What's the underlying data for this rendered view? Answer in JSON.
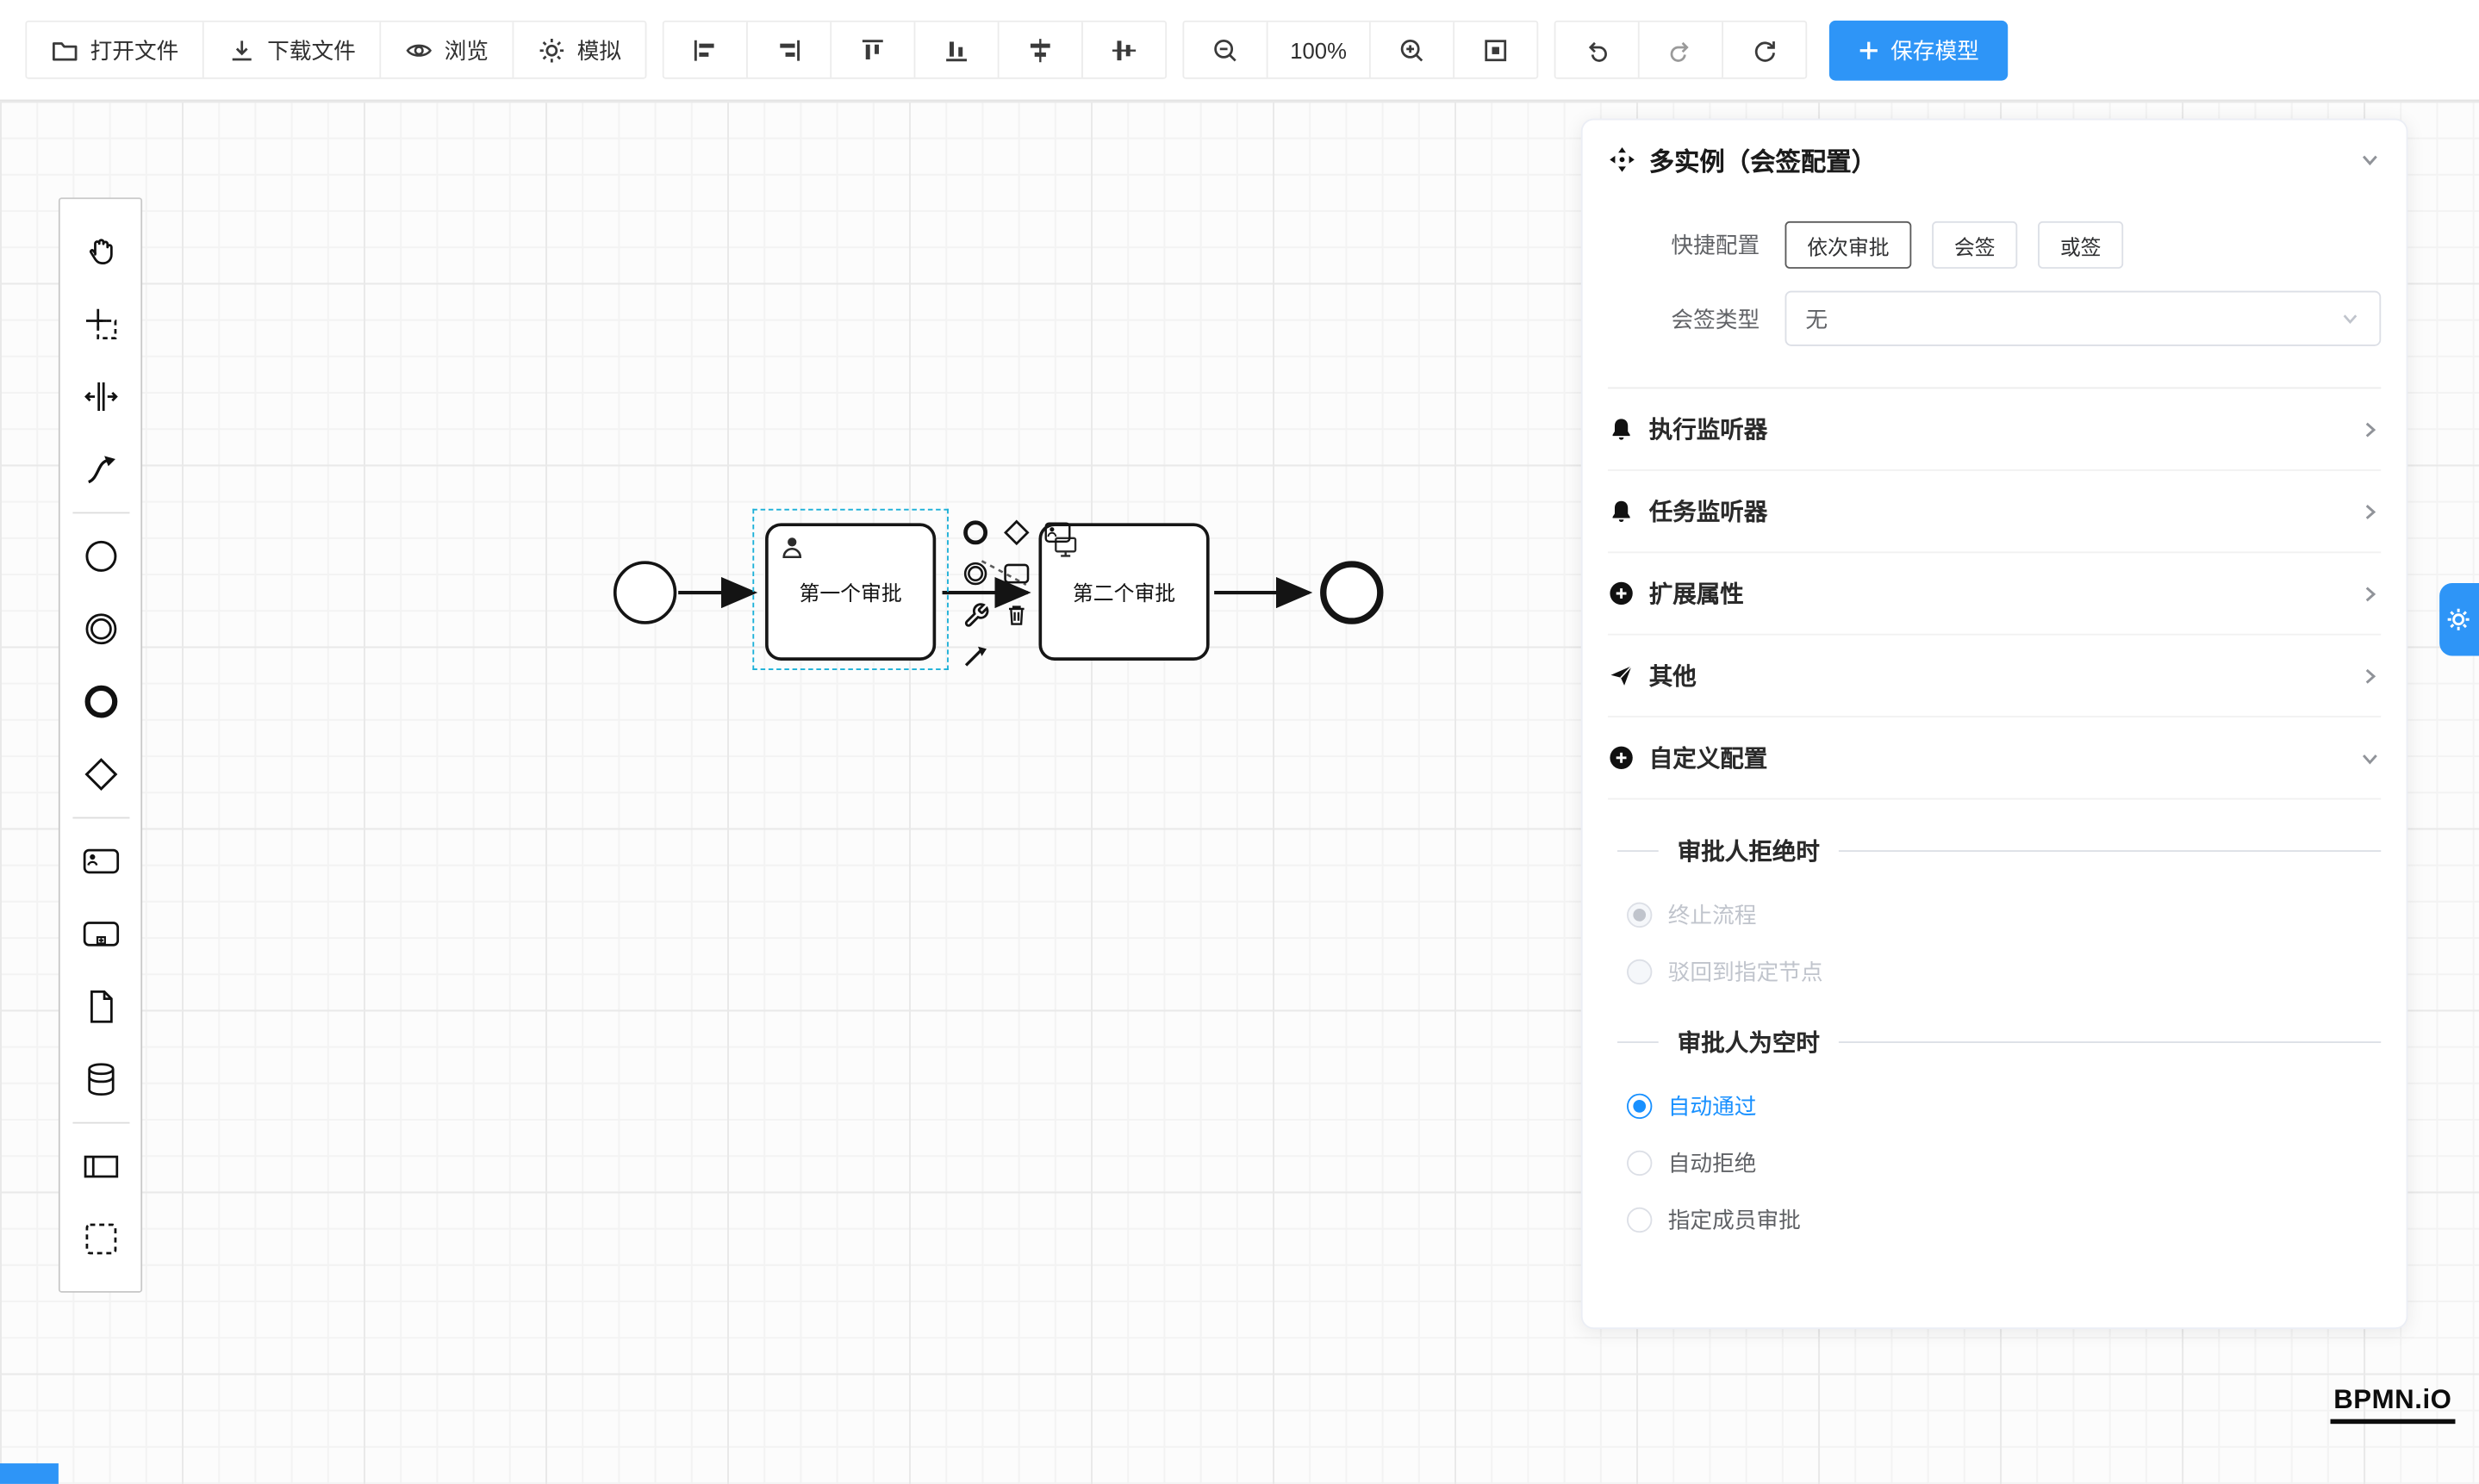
{
  "toolbar": {
    "buttons": [
      {
        "label": "打开文件",
        "icon": "folder-icon"
      },
      {
        "label": "下载文件",
        "icon": "download-icon"
      },
      {
        "label": "浏览",
        "icon": "eye-icon"
      },
      {
        "label": "模拟",
        "icon": "gear-icon"
      }
    ],
    "align_tools": [
      "align-left-icon",
      "align-right-icon",
      "align-top-icon",
      "align-bottom-icon",
      "center-horizontal-icon",
      "center-vertical-icon"
    ],
    "zoom_level": "100%",
    "history_tools": [
      "undo-icon",
      "redo-icon",
      "refresh-icon"
    ],
    "save_label": "保存模型"
  },
  "palette": {
    "items": [
      "hand-tool",
      "lasso-tool",
      "space-tool",
      "global-connect-tool",
      "create-start-event",
      "create-intermediate-event",
      "create-end-event",
      "create-gateway",
      "create-user-task",
      "create-subprocess",
      "create-data-object",
      "create-data-store",
      "create-participant",
      "create-group"
    ]
  },
  "canvas": {
    "shapes": [
      {
        "type": "start-event"
      },
      {
        "type": "user-task",
        "label": "第一个审批",
        "selected": true
      },
      {
        "type": "user-task",
        "label": "第二个审批",
        "selected": false
      },
      {
        "type": "end-event"
      }
    ],
    "context_pad": [
      "append-end-event",
      "append-gateway",
      "append-user-task",
      "append-intermediate-event",
      "append-task",
      "change-type-wrench",
      "delete-trash",
      "connect-arrow"
    ]
  },
  "panel": {
    "title": "多实例（会签配置）",
    "quick_config": {
      "label": "快捷配置",
      "options": [
        {
          "label": "依次审批",
          "active": true
        },
        {
          "label": "会签",
          "active": false
        },
        {
          "label": "或签",
          "active": false
        }
      ]
    },
    "type_field": {
      "label": "会签类型",
      "value": "无"
    },
    "sections": [
      {
        "label": "执行监听器",
        "icon": "bell-icon"
      },
      {
        "label": "任务监听器",
        "icon": "bell-icon"
      },
      {
        "label": "扩展属性",
        "icon": "plus-circle-icon"
      },
      {
        "label": "其他",
        "icon": "send-icon"
      },
      {
        "label": "自定义配置",
        "icon": "plus-circle-icon"
      }
    ],
    "reject_group": {
      "title": "审批人拒绝时",
      "options": [
        {
          "label": "终止流程",
          "selected": true,
          "disabled": true
        },
        {
          "label": "驳回到指定节点",
          "selected": false,
          "disabled": true
        }
      ]
    },
    "empty_group": {
      "title": "审批人为空时",
      "options": [
        {
          "label": "自动通过",
          "selected": true
        },
        {
          "label": "自动拒绝",
          "selected": false
        },
        {
          "label": "指定成员审批",
          "selected": false
        }
      ]
    }
  },
  "footer": {
    "logo": "BPMN.iO"
  },
  "colors": {
    "primary": "#2e95f7",
    "radio_accent": "#1890ff",
    "selection_dash": "#1ab0d8",
    "shape_stroke": "#141414"
  }
}
